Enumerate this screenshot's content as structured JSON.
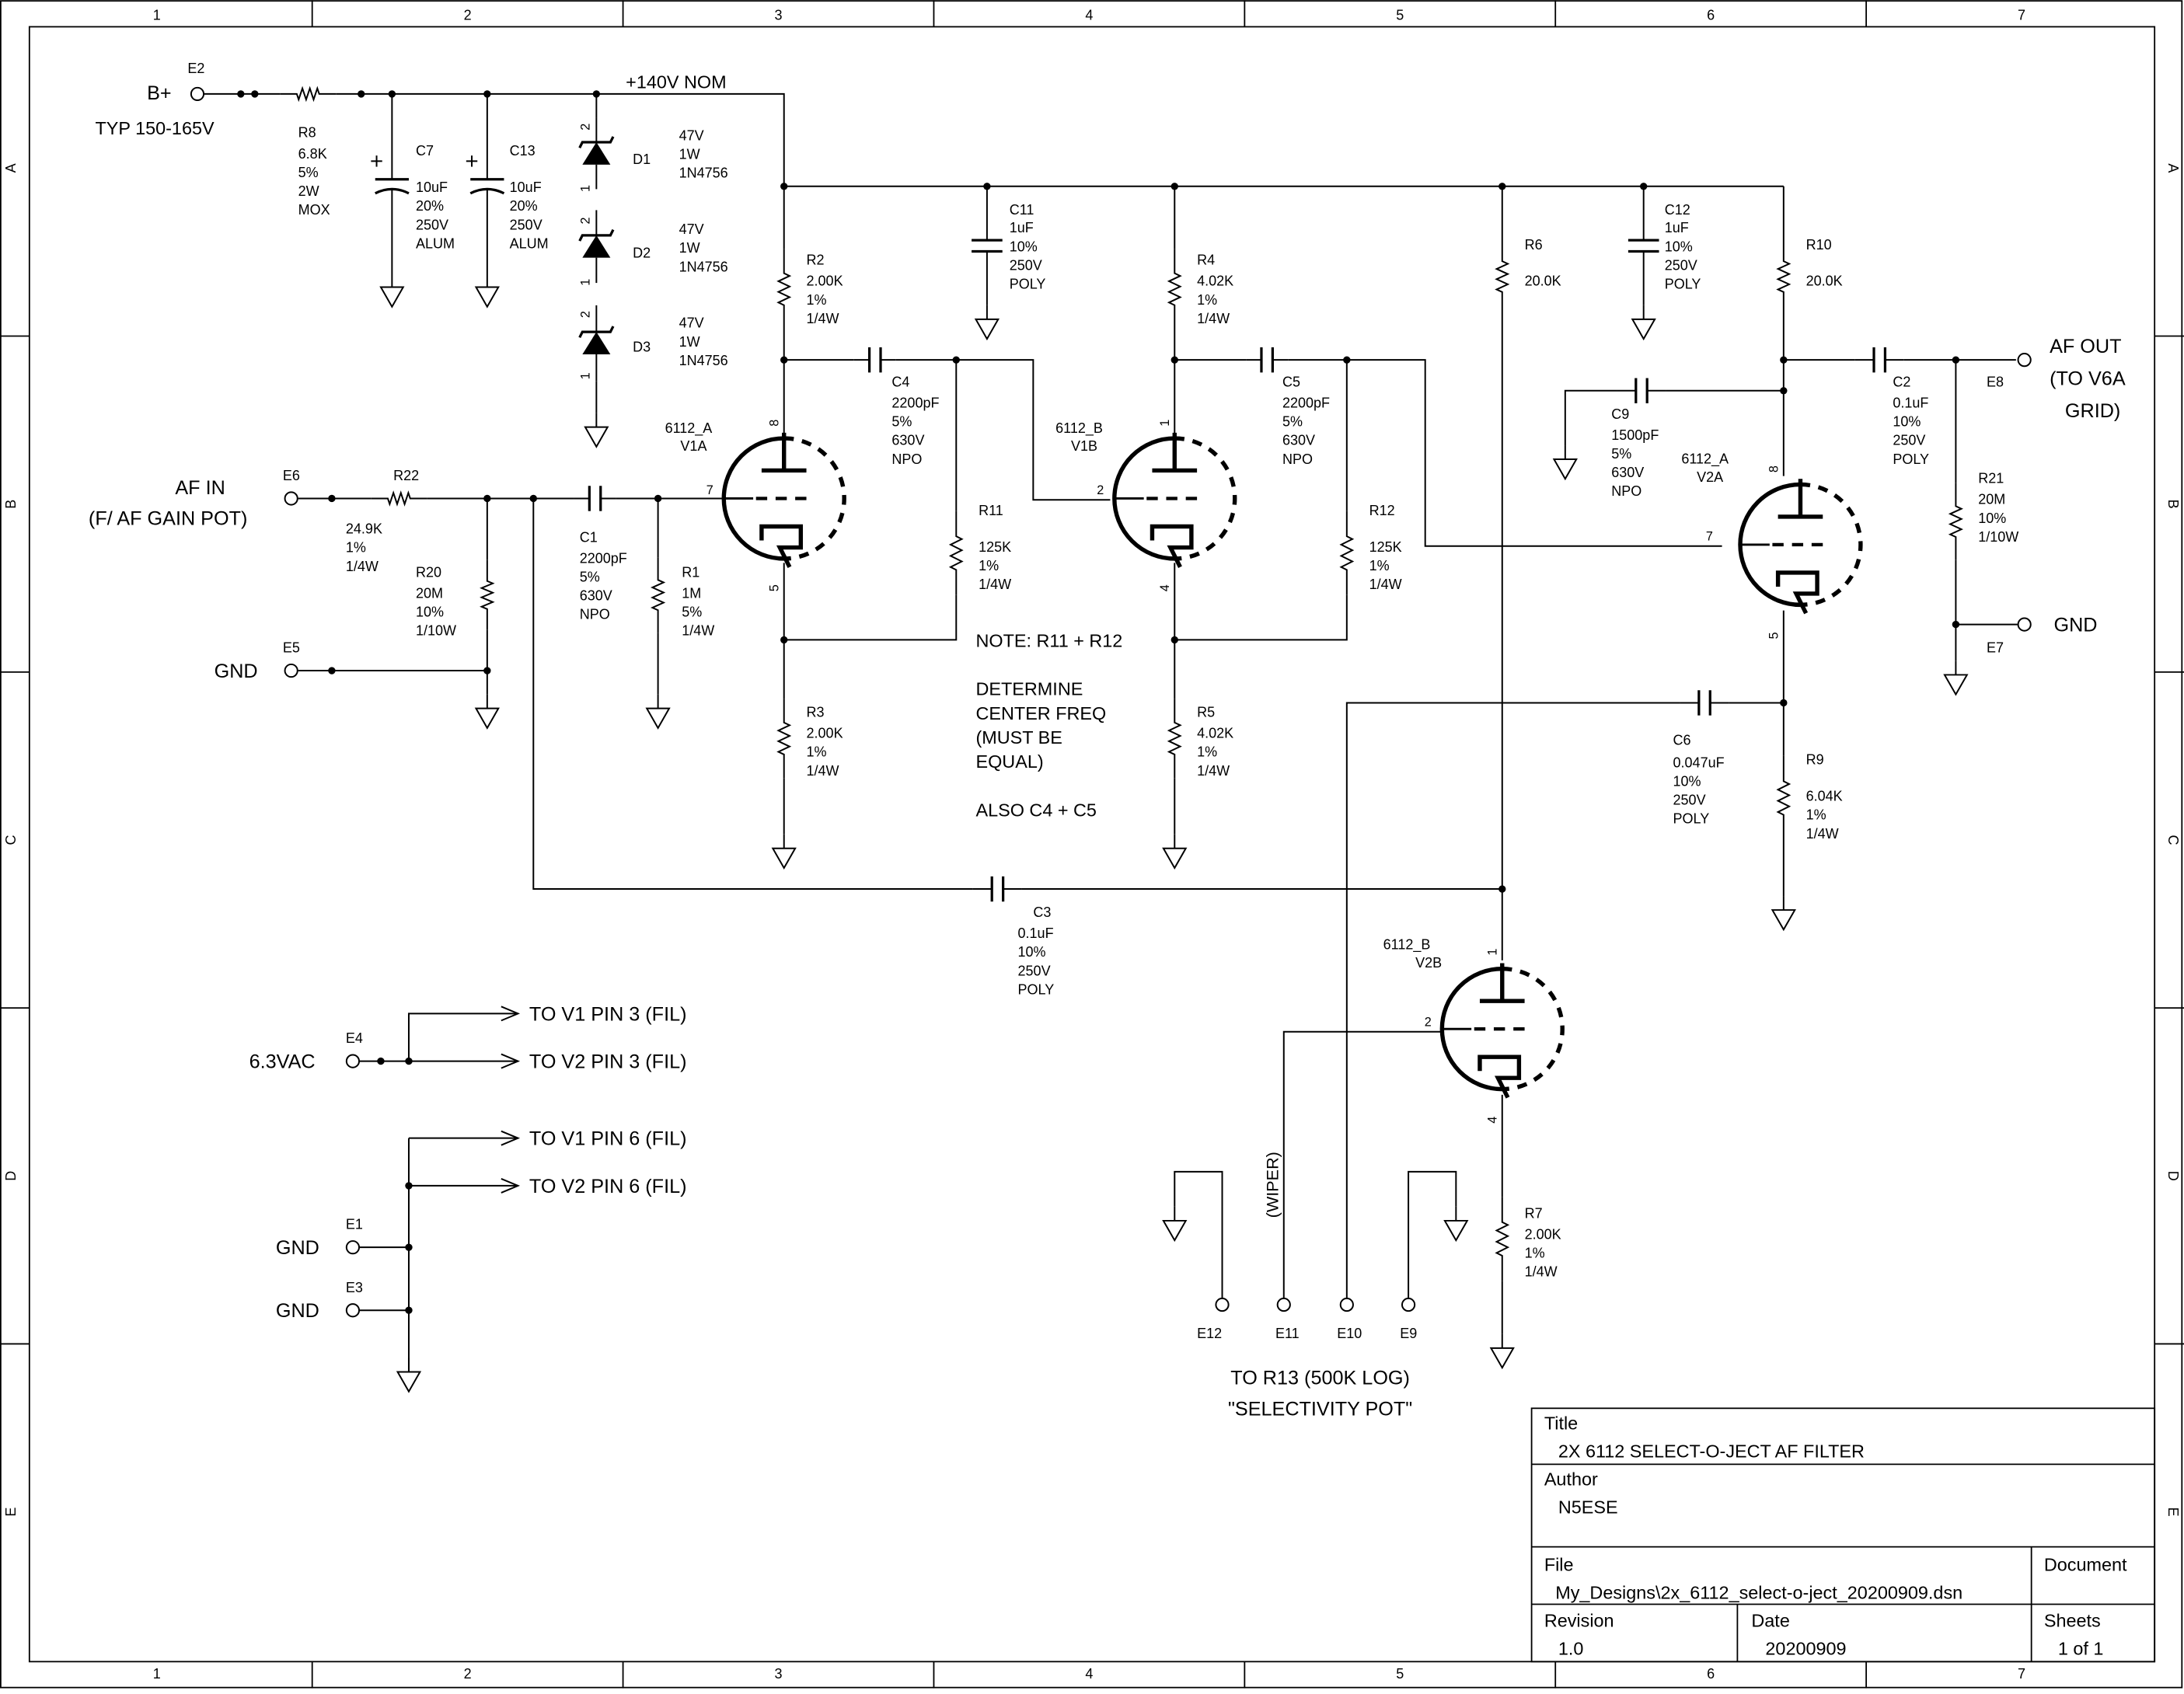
{
  "border": {
    "columns": [
      "1",
      "2",
      "3",
      "4",
      "5",
      "6",
      "7"
    ],
    "rows": [
      "A",
      "B",
      "C",
      "D",
      "E"
    ]
  },
  "supply": {
    "bplus": "B+",
    "bplus_pad": "E2",
    "bplus_note": "TYP 150-165V",
    "rail": "+140V NOM"
  },
  "parts": [
    {
      "ref": "R8",
      "lines": [
        "6.8K",
        "5%",
        "2W",
        "MOX"
      ]
    },
    {
      "ref": "C7",
      "lines": [
        "10uF",
        "20%",
        "250V",
        "ALUM"
      ]
    },
    {
      "ref": "C13",
      "lines": [
        "10uF",
        "20%",
        "250V",
        "ALUM"
      ]
    },
    {
      "ref": "D1",
      "lines": [
        "47V",
        "1W",
        "1N4756"
      ]
    },
    {
      "ref": "D2",
      "lines": [
        "47V",
        "1W",
        "1N4756"
      ]
    },
    {
      "ref": "D3",
      "lines": [
        "47V",
        "1W",
        "1N4756"
      ]
    },
    {
      "ref": "R2",
      "lines": [
        "2.00K",
        "1%",
        "1/4W"
      ]
    },
    {
      "ref": "C11",
      "lines": [
        "1uF",
        "10%",
        "250V",
        "POLY"
      ]
    },
    {
      "ref": "R4",
      "lines": [
        "4.02K",
        "1%",
        "1/4W"
      ]
    },
    {
      "ref": "R6",
      "lines": [
        "20.0K"
      ]
    },
    {
      "ref": "C12",
      "lines": [
        "1uF",
        "10%",
        "250V",
        "POLY"
      ]
    },
    {
      "ref": "R10",
      "lines": [
        "20.0K"
      ]
    },
    {
      "ref": "C4",
      "lines": [
        "2200pF",
        "5%",
        "630V",
        "NPO"
      ]
    },
    {
      "ref": "C5",
      "lines": [
        "2200pF",
        "5%",
        "630V",
        "NPO"
      ]
    },
    {
      "ref": "C9",
      "lines": [
        "1500pF",
        "5%",
        "630V",
        "NPO"
      ]
    },
    {
      "ref": "C2",
      "lines": [
        "0.1uF",
        "10%",
        "250V",
        "POLY"
      ]
    },
    {
      "ref": "R22",
      "lines": [
        "24.9K",
        "1%",
        "1/4W"
      ]
    },
    {
      "ref": "C1",
      "lines": [
        "2200pF",
        "5%",
        "630V",
        "NPO"
      ]
    },
    {
      "ref": "R1",
      "lines": [
        "1M",
        "5%",
        "1/4W"
      ]
    },
    {
      "ref": "R20",
      "lines": [
        "20M",
        "10%",
        "1/10W"
      ]
    },
    {
      "ref": "R11",
      "lines": [
        "125K",
        "1%",
        "1/4W"
      ]
    },
    {
      "ref": "R12",
      "lines": [
        "125K",
        "1%",
        "1/4W"
      ]
    },
    {
      "ref": "R21",
      "lines": [
        "20M",
        "10%",
        "1/10W"
      ]
    },
    {
      "ref": "R3",
      "lines": [
        "2.00K",
        "1%",
        "1/4W"
      ]
    },
    {
      "ref": "R5",
      "lines": [
        "4.02K",
        "1%",
        "1/4W"
      ]
    },
    {
      "ref": "C6",
      "lines": [
        "0.047uF",
        "10%",
        "250V",
        "POLY"
      ]
    },
    {
      "ref": "R9",
      "lines": [
        "6.04K",
        "1%",
        "1/4W"
      ]
    },
    {
      "ref": "C3",
      "lines": [
        "0.1uF",
        "10%",
        "250V",
        "POLY"
      ]
    },
    {
      "ref": "R7",
      "lines": [
        "2.00K",
        "1%",
        "1/4W"
      ]
    }
  ],
  "tubes": [
    {
      "part": "6112_A",
      "ref": "V1A",
      "pins": [
        "8",
        "7",
        "5"
      ]
    },
    {
      "part": "6112_B",
      "ref": "V1B",
      "pins": [
        "1",
        "2",
        "4"
      ]
    },
    {
      "part": "6112_A",
      "ref": "V2A",
      "pins": [
        "8",
        "7",
        "5"
      ]
    },
    {
      "part": "6112_B",
      "ref": "V2B",
      "pins": [
        "1",
        "2",
        "4"
      ]
    }
  ],
  "pin_numbers": {
    "zener_top": "2",
    "zener_bottom": "1"
  },
  "ports": {
    "af_in": "AF IN",
    "af_in_note": "(F/ AF GAIN POT)",
    "af_in_pad": "E6",
    "gnd_e5_label": "GND",
    "gnd_e5_pad": "E5",
    "af_out": "AF OUT",
    "af_out_note1": "(TO V6A",
    "af_out_note2": "GRID)",
    "af_out_pad": "E8",
    "gnd_e7_label": "GND",
    "gnd_e7_pad": "E7",
    "fil": "6.3VAC",
    "fil_pad": "E4",
    "to_v1_pin3": "TO V1 PIN 3 (FIL)",
    "to_v2_pin3": "TO V2 PIN 3 (FIL)",
    "to_v1_pin6": "TO V1 PIN 6 (FIL)",
    "to_v2_pin6": "TO V2 PIN 6 (FIL)",
    "gnd_e1_label": "GND",
    "gnd_e1_pad": "E1",
    "gnd_e3_label": "GND",
    "gnd_e3_pad": "E3",
    "pot_pads": [
      "E12",
      "E11",
      "E10",
      "E9"
    ],
    "wiper": "(WIPER)",
    "pot_line1": "TO R13  (500K LOG)",
    "pot_line2": "\"SELECTIVITY POT\""
  },
  "note": {
    "lines": [
      "NOTE: R11 + R12",
      "",
      "DETERMINE",
      "CENTER FREQ",
      "(MUST BE",
      "EQUAL)",
      "",
      "ALSO C4 + C5"
    ]
  },
  "title_block": {
    "title_label": "Title",
    "title": "2X 6112 SELECT-O-JECT AF FILTER",
    "author_label": "Author",
    "author": "N5ESE",
    "file_label": "File",
    "file": "My_Designs\\2x_6112_select-o-ject_20200909.dsn",
    "document_label": "Document",
    "revision_label": "Revision",
    "revision": "1.0",
    "date_label": "Date",
    "date": "20200909",
    "sheets_label": "Sheets",
    "sheets": "1 of 1"
  }
}
